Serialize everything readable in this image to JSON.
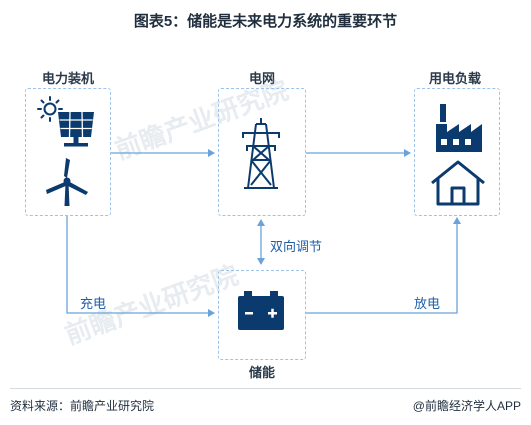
{
  "title": "图表5：储能是未来电力系统的重要环节",
  "nodes": {
    "generation": "电力装机",
    "grid": "电网",
    "load": "用电负载",
    "storage": "储能"
  },
  "edges": {
    "bidirectional": "双向调节",
    "charge": "充电",
    "discharge": "放电"
  },
  "watermark": "前瞻产业研究院",
  "footer": {
    "source": "资料来源：前瞻产业研究院",
    "brand": "@前瞻经济学人APP"
  },
  "colors": {
    "icon": "#0b3a6e",
    "arrow": "#6aa3dc",
    "box_border": "#9cc3ea",
    "edge_label": "#1f5fa8"
  }
}
